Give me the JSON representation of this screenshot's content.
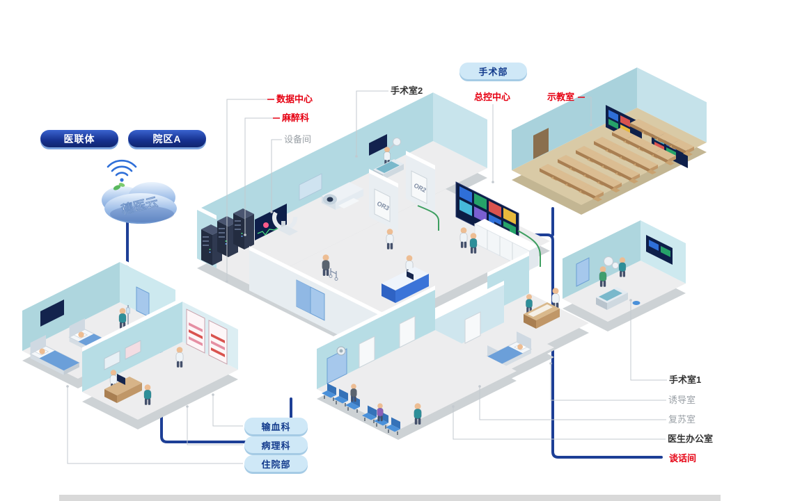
{
  "cloud_panel": {
    "pills": [
      {
        "label": "医联体"
      },
      {
        "label": "院区A"
      }
    ],
    "cloud_label": "穗医云"
  },
  "department_header": {
    "pill_label": "手术部"
  },
  "room_labels": {
    "data_center": {
      "text": "数据中心",
      "color": "red"
    },
    "anesthesiology": {
      "text": "麻醉科",
      "color": "red"
    },
    "equipment_room": {
      "text": "设备间",
      "color": "gray"
    },
    "operating_room_2": {
      "text": "手术室2",
      "color": "dark"
    },
    "master_control_center": {
      "text": "总控中心",
      "color": "red"
    },
    "demonstration_room": {
      "text": "示教室",
      "color": "red"
    },
    "operating_room_1": {
      "text": "手术室1",
      "color": "dark"
    },
    "induction_room": {
      "text": "诱导室",
      "color": "gray"
    },
    "recovery_room": {
      "text": "复苏室",
      "color": "gray"
    },
    "doctors_office": {
      "text": "医生办公室",
      "color": "dark"
    },
    "talk_room": {
      "text": "谈话间",
      "color": "red"
    }
  },
  "department_pills": [
    {
      "label": "输血科"
    },
    {
      "label": "病理科"
    },
    {
      "label": "住院部"
    }
  ],
  "door_labels": [
    {
      "label": "OR3"
    },
    {
      "label": "OR2"
    }
  ],
  "colors": {
    "accent_red": "#e60012",
    "navy_pill": "#16318f",
    "light_pill_bg": "#cfe8f7",
    "light_pill_text": "#123a8c",
    "route_blue": "#1d3f96",
    "cable_green": "#3d9e5f",
    "wall_teal": "#aed6de",
    "gray_label": "#9aa0a6"
  }
}
